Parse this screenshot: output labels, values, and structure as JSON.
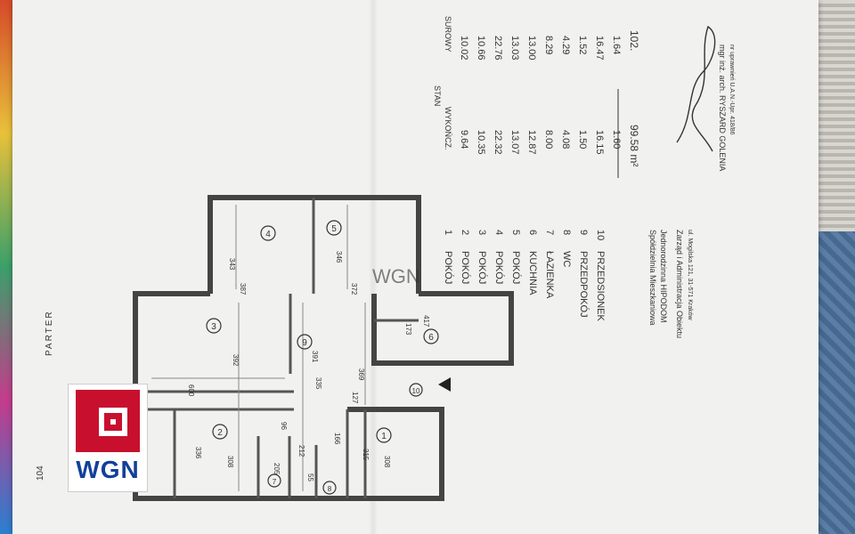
{
  "document": {
    "corner_code": "104",
    "level": "PARTER",
    "columns_header": {
      "stan": "STAN",
      "wykoncz": "WYKOŃCZ.",
      "surowy": "SUROWY"
    }
  },
  "rooms": [
    {
      "no": "1",
      "name": "POKÓJ",
      "finished": "9.64",
      "raw": "10.02"
    },
    {
      "no": "2",
      "name": "POKÓJ",
      "finished": "10.35",
      "raw": "10.66"
    },
    {
      "no": "3",
      "name": "POKÓJ",
      "finished": "22.32",
      "raw": "22.76"
    },
    {
      "no": "4",
      "name": "POKÓJ",
      "finished": "13.07",
      "raw": "13.03"
    },
    {
      "no": "5",
      "name": "POKÓJ",
      "finished": "12.87",
      "raw": "13.00"
    },
    {
      "no": "6",
      "name": "KUCHNIA",
      "finished": "8.00",
      "raw": "8.29"
    },
    {
      "no": "7",
      "name": "ŁAZIENKA",
      "finished": "4.08",
      "raw": "4.29"
    },
    {
      "no": "8",
      "name": "WC",
      "finished": "1.50",
      "raw": "1.52"
    },
    {
      "no": "9",
      "name": "PRZEDPOKÓJ",
      "finished": "16.15",
      "raw": "16.47"
    },
    {
      "no": "10",
      "name": "PRZEDSIONEK",
      "finished": "1.60",
      "raw": "1.64"
    }
  ],
  "totals": {
    "finished": "99.58 m²",
    "raw": "102."
  },
  "cooperative": {
    "line1": "Spółdzielnia Mieszkaniowa",
    "line2": "Jednorodzinna HIPODOM",
    "line3": "Zarząd i Administracja Obiektu",
    "line4": "ul. Mogilska 121, 31-571 Kraków"
  },
  "architect": {
    "name": "mgr inż. arch. RYSZARD GOLENIA",
    "permit": "nr uprawnień U.A.N.-Upr. 418/86"
  },
  "dimensions": {
    "d1": "343",
    "d2": "346",
    "d3": "387",
    "d4": "372",
    "d5": "417",
    "d6": "173",
    "d7": "391",
    "d8": "369",
    "d9": "335",
    "d10": "600",
    "d11": "127",
    "d12": "166",
    "d13": "96",
    "d14": "212",
    "d15": "336",
    "d16": "308",
    "d17": "205",
    "d18": "55",
    "d19": "315",
    "d20": "308",
    "d21": "392"
  },
  "plan_labels": [
    "1",
    "2",
    "3",
    "4",
    "5",
    "6",
    "7",
    "8",
    "9",
    "10"
  ],
  "logo": {
    "brand": "WGN",
    "color_red": "#c8102e",
    "color_blue": "#12409a"
  },
  "watermark": "WGN"
}
